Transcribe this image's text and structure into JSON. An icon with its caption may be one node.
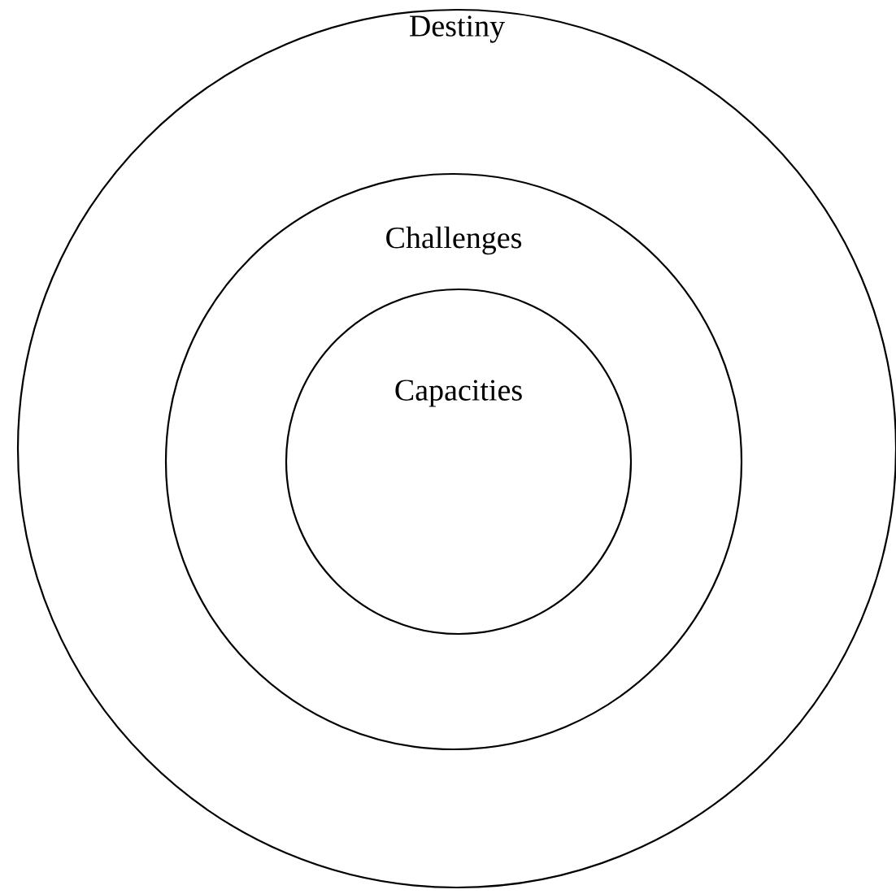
{
  "diagram": {
    "nodes": [
      {
        "text": [
          "Destiny"
        ]
      },
      {
        "text": [
          "Challenges"
        ],
        "in": 0
      },
      {
        "text": [
          "Capacities"
        ],
        "in": 1
      }
    ]
  }
}
